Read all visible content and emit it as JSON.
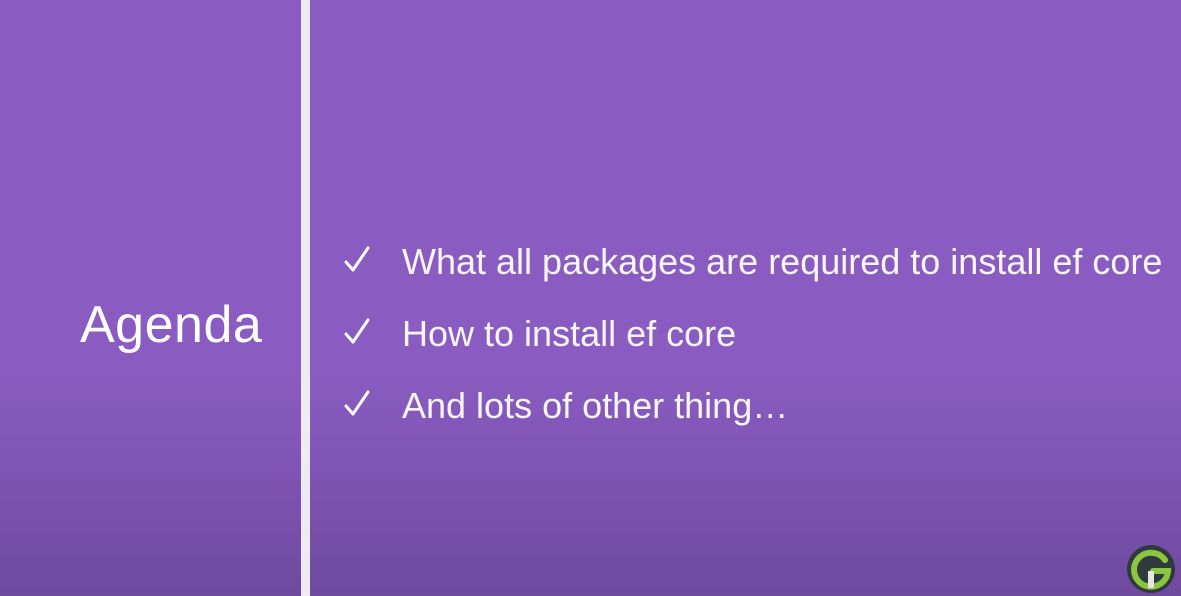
{
  "slide": {
    "title": "Agenda",
    "items": [
      {
        "label": "What all packages are required to install ef core",
        "icon": "check-icon"
      },
      {
        "label": "How to install ef core",
        "icon": "check-icon"
      },
      {
        "label": "And lots of other thing…",
        "icon": "check-icon"
      }
    ],
    "logo_icon": "g-logo-icon",
    "colors": {
      "background": "#8a5cc1",
      "divider": "#f4f2f7",
      "text": "#ffffff",
      "logo_ring": "#8cc63f"
    }
  }
}
